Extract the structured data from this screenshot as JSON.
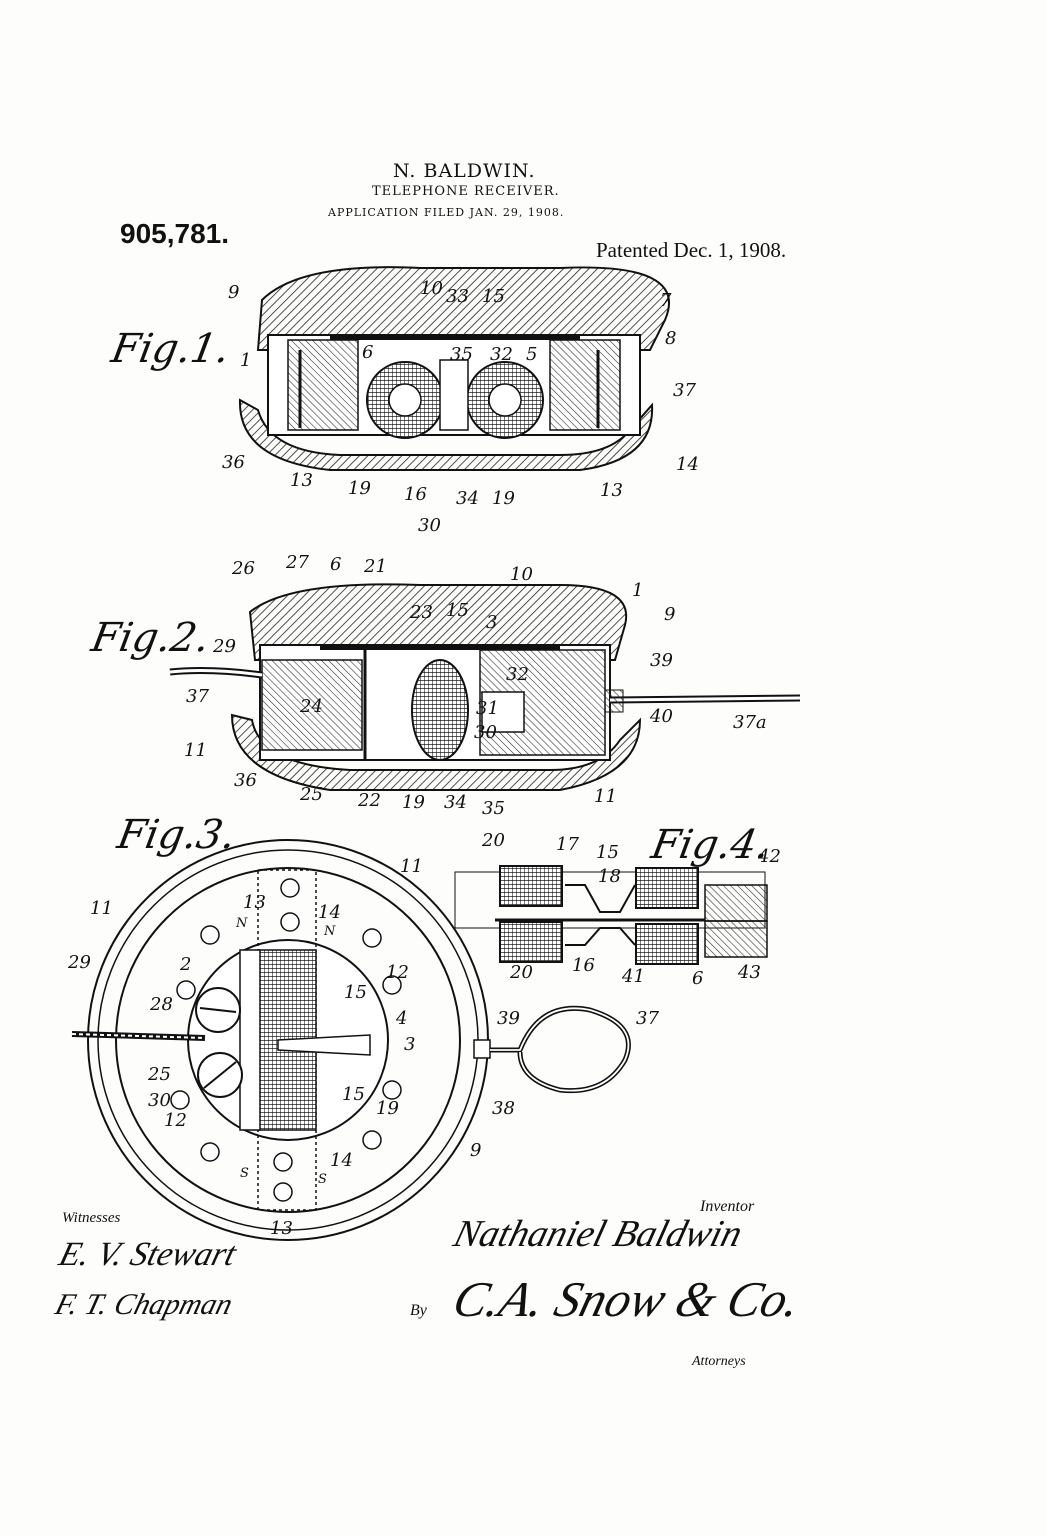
{
  "header": {
    "patent_number": "905,781.",
    "inventor_name": "N. BALDWIN.",
    "title": "TELEPHONE RECEIVER.",
    "filed": "APPLICATION FILED JAN. 29, 1908.",
    "patented": "Patented Dec. 1, 1908."
  },
  "figures": {
    "fig1": {
      "label": "Fig.1.",
      "refs": [
        "9",
        "10",
        "33",
        "15",
        "7",
        "8",
        "1",
        "6",
        "35",
        "32",
        "5",
        "37",
        "36",
        "13",
        "19",
        "16",
        "34",
        "19",
        "13",
        "14",
        "30"
      ]
    },
    "fig2": {
      "label": "Fig.2.",
      "refs": [
        "26",
        "27",
        "6",
        "21",
        "10",
        "1",
        "9",
        "23",
        "15",
        "3",
        "29",
        "39",
        "32",
        "37",
        "24",
        "31",
        "30",
        "40",
        "37a",
        "11",
        "36",
        "25",
        "22",
        "19",
        "34",
        "35",
        "11"
      ]
    },
    "fig3": {
      "label": "Fig.3.",
      "refs": [
        "11",
        "13",
        "14",
        "11",
        "N",
        "N",
        "29",
        "2",
        "12",
        "28",
        "15",
        "4",
        "3",
        "25",
        "30",
        "12",
        "15",
        "19",
        "39",
        "37",
        "38",
        "9",
        "14",
        "S",
        "S",
        "13"
      ]
    },
    "fig4": {
      "label": "Fig.4.",
      "refs": [
        "20",
        "17",
        "15",
        "18",
        "42",
        "20",
        "16",
        "41",
        "6",
        "43"
      ]
    }
  },
  "signatures": {
    "witnesses_label": "Witnesses",
    "witness1": "E. V. Stewart",
    "witness2": "F. T. Chapman",
    "inventor_label": "Inventor",
    "inventor": "Nathaniel Baldwin",
    "by_label": "By",
    "attorney": "C.A. Snow & Co.",
    "attorneys_label": "Attorneys"
  }
}
